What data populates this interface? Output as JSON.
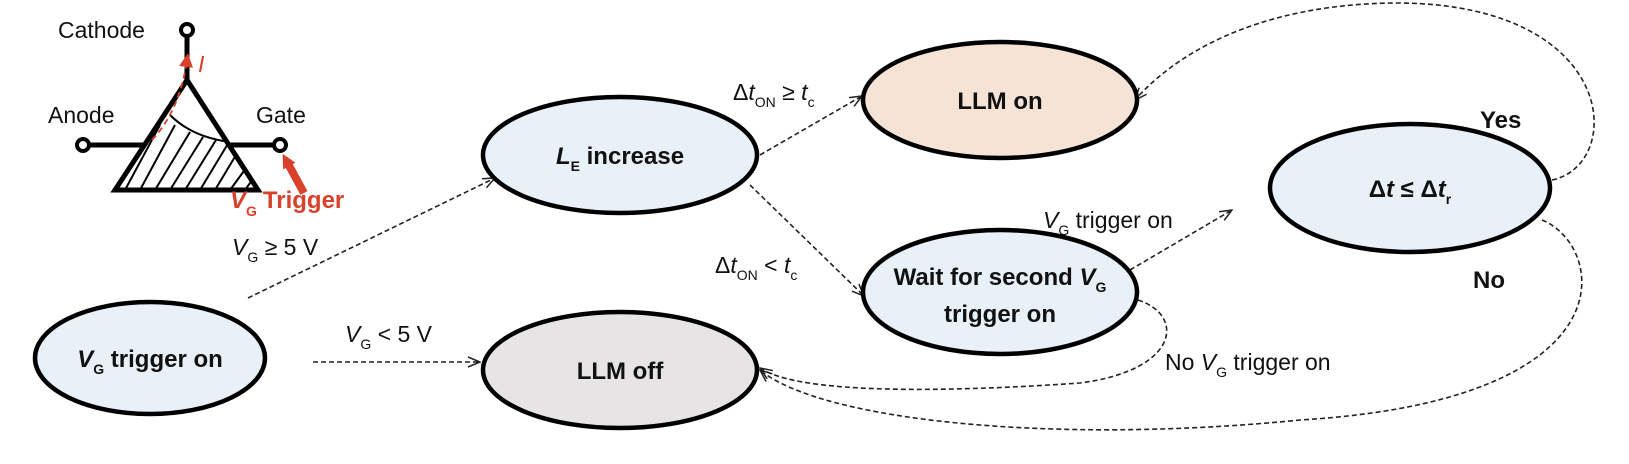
{
  "symbol": {
    "cathode": "Cathode",
    "anode": "Anode",
    "gate": "Gate",
    "current": "I",
    "trigger_v": "V",
    "trigger_sub": "G",
    "trigger_text": "Trigger"
  },
  "nodes": {
    "vg_on": {
      "v": "V",
      "sub": "G",
      "text": " trigger on",
      "fill": "#e8f0f8"
    },
    "le_inc": {
      "v": "L",
      "sub": "E",
      "text": " increase",
      "fill": "#e8f0f8"
    },
    "llm_on": {
      "text": "LLM on",
      "fill": "#f5e4d6"
    },
    "llm_off": {
      "text": "LLM off",
      "fill": "#e6e4e4"
    },
    "wait": {
      "line1": "Wait for second ",
      "v": "V",
      "sub": "G",
      "line2": "trigger on",
      "fill": "#e8f0f8"
    },
    "check": {
      "d1": "Δ",
      "t1": "t",
      "op": " ≤ Δ",
      "t2": "t",
      "sub": "r",
      "fill": "#e8f0f8"
    }
  },
  "edges": {
    "ge5": {
      "v": "V",
      "sub": "G",
      "text": " ≥ 5 V"
    },
    "lt5": {
      "v": "V",
      "sub": "G",
      "text": " < 5 V"
    },
    "ton_ge": {
      "d": "Δ",
      "t": "t",
      "sub": "ON",
      "op": " ≥ ",
      "tc": "t",
      "tcsub": "c"
    },
    "ton_lt": {
      "d": "Δ",
      "t": "t",
      "sub": "ON",
      "op": " < ",
      "tc": "t",
      "tcsub": "c"
    },
    "second": {
      "v": "V",
      "sub": "G",
      "text": " trigger on"
    },
    "none": {
      "pre": "No ",
      "v": "V",
      "sub": "G",
      "text": " trigger on"
    },
    "yes": "Yes",
    "no": "No"
  }
}
